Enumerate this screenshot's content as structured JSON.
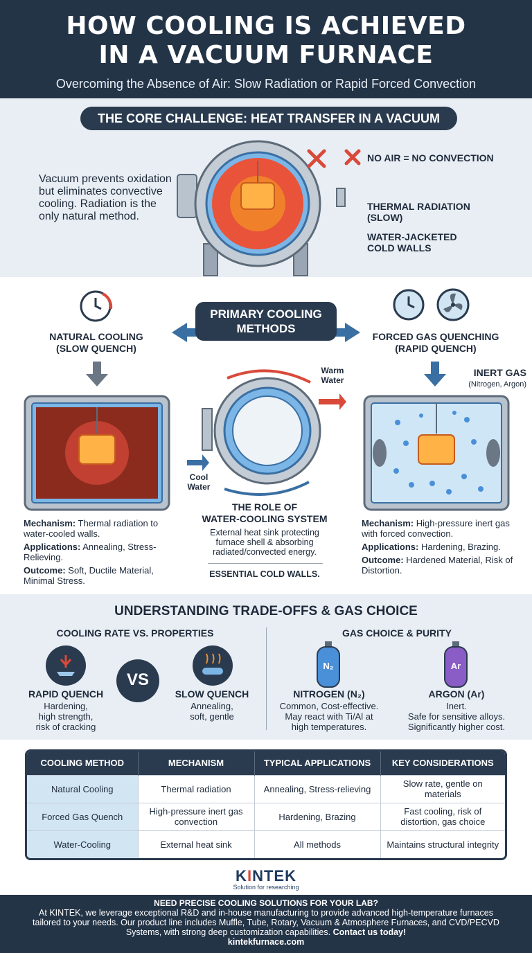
{
  "header": {
    "title_line1": "HOW COOLING IS ACHIEVED",
    "title_line2": "IN A VACUUM FURNACE",
    "subtitle": "Overcoming the Absence of Air: Slow Radiation or Rapid Forced Convection"
  },
  "core": {
    "pill": "THE CORE CHALLENGE: HEAT TRANSFER IN A VACUUM",
    "description": "Vacuum prevents oxidation but eliminates convective cooling. Radiation is the only natural method.",
    "label_no_air": "NO AIR = NO CONVECTION",
    "label_radiation_1": "THERMAL RADIATION",
    "label_radiation_2": "(SLOW)",
    "label_walls_1": "WATER-JACKETED",
    "label_walls_2": "COLD WALLS"
  },
  "methods": {
    "pill_1": "PRIMARY COOLING",
    "pill_2": "METHODS",
    "natural": {
      "title_1": "NATURAL COOLING",
      "title_2": "(SLOW QUENCH)",
      "mechanism_label": "Mechanism:",
      "mechanism": " Thermal radiation to water-cooled walls.",
      "applications_label": "Applications:",
      "applications": " Annealing, Stress-Relieving.",
      "outcome_label": "Outcome:",
      "outcome": " Soft, Ductile Material, Minimal Stress."
    },
    "forced": {
      "title_1": "FORCED GAS QUENCHING",
      "title_2": "(RAPID QUENCH)",
      "gas_label": "INERT GAS",
      "gas_sub": "(Nitrogen, Argon)",
      "mechanism_label": "Mechanism:",
      "mechanism": " High-pressure inert gas with forced convection.",
      "applications_label": "Applications:",
      "applications": " Hardening, Brazing.",
      "outcome_label": "Outcome:",
      "outcome": " Hardened Material, Risk of Distortion."
    },
    "water": {
      "warm_1": "Warm",
      "warm_2": "Water",
      "cool_1": "Cool",
      "cool_2": "Water",
      "title_1": "THE ROLE OF",
      "title_2": "WATER-COOLING SYSTEM",
      "text": "External heat sink protecting furnace shell & absorbing radiated/convected energy.",
      "cold": "ESSENTIAL COLD WALLS."
    }
  },
  "tradeoffs": {
    "title": "UNDERSTANDING TRADE-OFFS & GAS CHOICE",
    "left_title": "COOLING RATE VS. PROPERTIES",
    "right_title": "GAS CHOICE & PURITY",
    "vs": "VS",
    "rapid_title": "RAPID QUENCH",
    "rapid_text_1": "Hardening,",
    "rapid_text_2": "high strength,",
    "rapid_text_3": "risk of cracking",
    "slow_title": "SLOW QUENCH",
    "slow_text_1": "Annealing,",
    "slow_text_2": "soft, gentle",
    "n2_title": "NITROGEN (N₂)",
    "n2_symbol": "N₂",
    "n2_text_1": "Common, Cost-effective.",
    "n2_text_2": "May react with Ti/Al at",
    "n2_text_3": "high temperatures.",
    "ar_title": "ARGON (Ar)",
    "ar_symbol": "Ar",
    "ar_text_1": "Inert.",
    "ar_text_2": "Safe for sensitive alloys.",
    "ar_text_3": "Significantly higher cost."
  },
  "table": {
    "headers": [
      "COOLING METHOD",
      "MECHANISM",
      "TYPICAL APPLICATIONS",
      "KEY CONSIDERATIONS"
    ],
    "rows": [
      [
        "Natural Cooling",
        "Thermal radiation",
        "Annealing, Stress-relieving",
        "Slow rate, gentle on materials"
      ],
      [
        "Forced Gas Quench",
        "High-pressure inert gas convection",
        "Hardening, Brazing",
        "Fast cooling, risk of distortion, gas choice"
      ],
      [
        "Water-Cooling",
        "External heat sink",
        "All methods",
        "Maintains structural integrity"
      ]
    ]
  },
  "brand": {
    "name_pre": "K",
    "name_i": "I",
    "name_post": "NTEK",
    "tagline": "Solution for researching"
  },
  "footer": {
    "title": "NEED PRECISE COOLING SOLUTIONS FOR YOUR LAB?",
    "body": "At KINTEK, we leverage exceptional R&D and in-house manufacturing to provide advanced high-temperature furnaces tailored to your needs. Our product line includes Muffle, Tube, Rotary, Vacuum & Atmosphere Furnaces, and CVD/PECVD Systems, with strong deep customization capabilities.",
    "cta": "Contact us today!",
    "url": "kintekfurnace.com"
  },
  "colors": {
    "navy": "#243447",
    "light_bg": "#e9eef4",
    "hot": "#f28c28",
    "cold_blue": "#4a90d9",
    "arrow_red": "#d94a3a"
  }
}
